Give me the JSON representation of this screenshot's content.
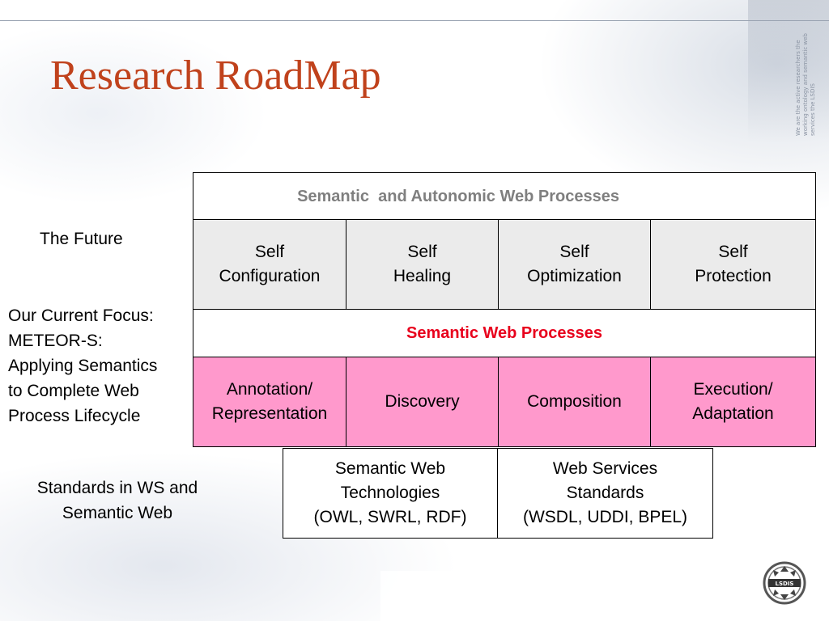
{
  "slide": {
    "title": "Research RoadMap"
  },
  "labels": {
    "future": "The Future",
    "focus": [
      "Our Current Focus:",
      "METEOR-S:",
      "Applying Semantics",
      "to Complete Web",
      "Process Lifecycle"
    ],
    "standards": [
      "Standards in WS and",
      "Semantic Web"
    ]
  },
  "table": {
    "header": "Semantic  and Autonomic Web Processes",
    "self_row": [
      [
        "Self",
        "Configuration"
      ],
      [
        "Self",
        "Healing"
      ],
      [
        "Self",
        "Optimization"
      ],
      [
        "Self",
        "Protection"
      ]
    ],
    "middle": "Semantic Web Processes",
    "lifecycle_row": [
      [
        "Annotation/",
        "Representation"
      ],
      [
        "Discovery"
      ],
      [
        "Composition"
      ],
      [
        "Execution/",
        "Adaptation"
      ]
    ],
    "standards_row": [
      [
        "Semantic Web",
        "Technologies",
        "(OWL, SWRL, RDF)"
      ],
      [
        "Web Services",
        "Standards",
        "(WSDL, UDDI, BPEL)"
      ]
    ]
  },
  "decor": {
    "corner_text": "We are the active researchers the working ontology and semantic web services the LSDIS",
    "logo_text": "LSDIS"
  },
  "colors": {
    "title": "#c0421c",
    "self_row_bg": "#ebebeb",
    "lifecycle_row_bg": "#ff99cc",
    "header_text": "#7f7f7f",
    "middle_text": "#e8001c"
  }
}
